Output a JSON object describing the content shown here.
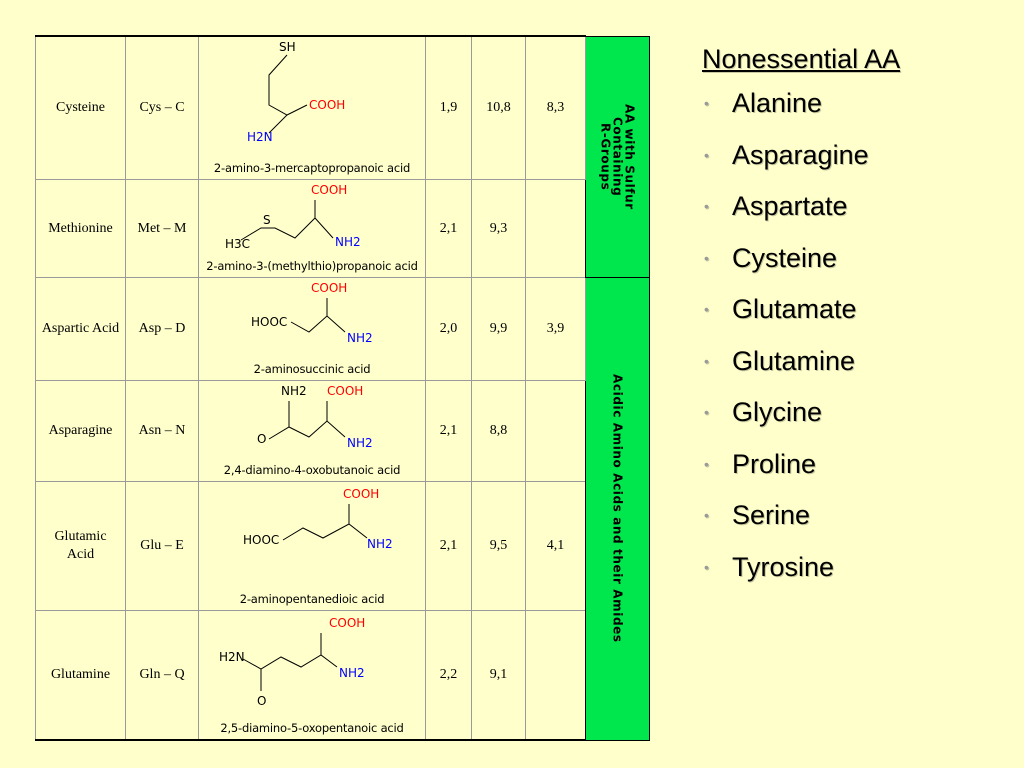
{
  "table": {
    "rows": [
      {
        "name": "Cysteine",
        "code": "Cys – C",
        "iupac": "2-amino-3-mercaptopropanoic acid",
        "pk1": "1,9",
        "pk2": "10,8",
        "pkr": "8,3"
      },
      {
        "name": "Methionine",
        "code": "Met – M",
        "iupac": "2-amino-3-(methylthio)propanoic acid",
        "pk1": "2,1",
        "pk2": "9,3",
        "pkr": ""
      },
      {
        "name": "Aspartic Acid",
        "code": "Asp – D",
        "iupac": "2-aminosuccinic acid",
        "pk1": "2,0",
        "pk2": "9,9",
        "pkr": "3,9"
      },
      {
        "name": "Asparagine",
        "code": "Asn – N",
        "iupac": "2,4-diamino-4-oxobutanoic acid",
        "pk1": "2,1",
        "pk2": "8,8",
        "pkr": ""
      },
      {
        "name": "Glutamic Acid",
        "code": "Glu – E",
        "iupac": "2-aminopentanedioic acid",
        "pk1": "2,1",
        "pk2": "9,5",
        "pkr": "4,1"
      },
      {
        "name": "Glutamine",
        "code": "Gln – Q",
        "iupac": "2,5-diamino-5-oxopentanoic acid",
        "pk1": "2,2",
        "pk2": "9,1",
        "pkr": ""
      }
    ],
    "group_sulfur": "AA with Sulfur\nContaining\nR-Groups",
    "group_acidic": "Acidic Amino Acids and their Amides",
    "group_color": "#00e64d"
  },
  "chem_labels": {
    "sh": "SH",
    "cooh": "COOH",
    "hooc": "HOOC",
    "h2n": "H2N",
    "nh2": "NH2",
    "s": "S",
    "h3c": "H3C",
    "o": "O"
  },
  "sidebar": {
    "heading": "Nonessential AA",
    "items": [
      "Alanine",
      "Asparagine",
      "Aspartate",
      "Cysteine",
      "Glutamate",
      "Glutamine",
      "Glycine",
      "Proline",
      "Serine",
      "Tyrosine"
    ],
    "bullet": "•"
  }
}
